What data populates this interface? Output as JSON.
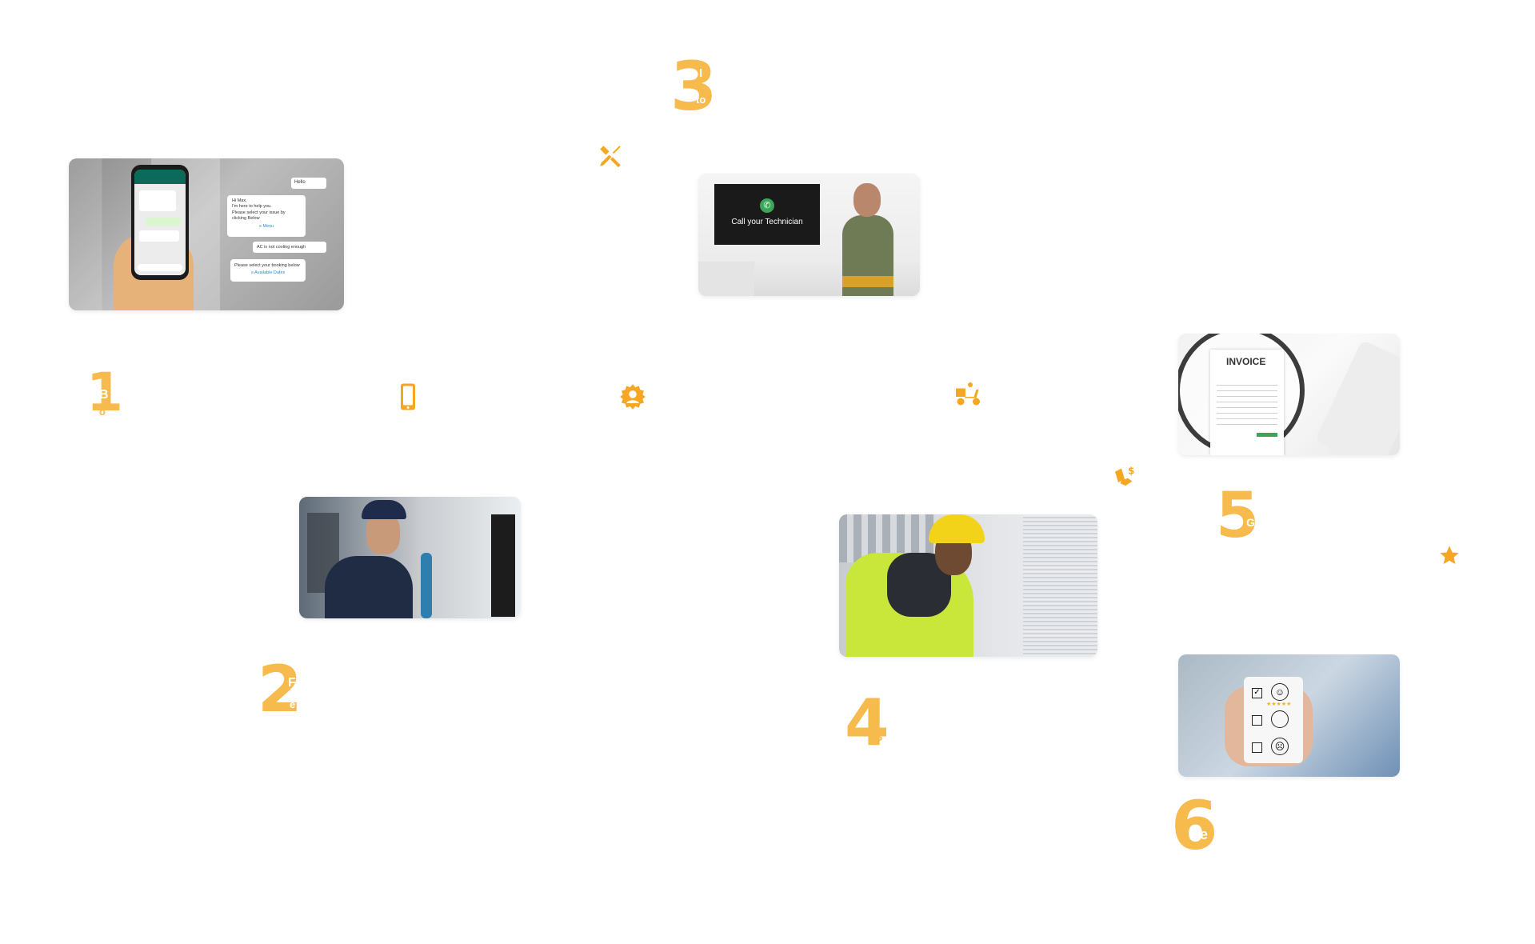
{
  "colors": {
    "accent": "#f6a623",
    "step_number": "#f6ba4d",
    "chat_header": "#0b6b5a"
  },
  "steps": [
    {
      "number": "1",
      "tail": "B",
      "tail2": "o"
    },
    {
      "number": "2",
      "tail": "F",
      "tail2": "e"
    },
    {
      "number": "3",
      "tail": "I",
      "tail2": "to"
    },
    {
      "number": "4",
      "tail": "S",
      "tail2": ""
    },
    {
      "number": "5",
      "tail": "G",
      "tail2": ""
    },
    {
      "number": "6",
      "tail": "e",
      "tail2": ""
    }
  ],
  "chat": {
    "bubble_hello": "Hello",
    "bubble_intro_1": "Hi Max,",
    "bubble_intro_2": "I'm here to help you.",
    "bubble_intro_3": "Please select your issue by",
    "bubble_intro_4": "clicking Below",
    "link_menu": "≡ Menu",
    "bubble_issue": "AC is not cooling enough",
    "bubble_booking": "Please select your booking below",
    "link_slots": "≡ Available Dates"
  },
  "call_screen": {
    "label": "Call your Technician"
  },
  "invoice": {
    "title": "INVOICE"
  },
  "icons": [
    "tools-icon",
    "smartphone-icon",
    "gear-user-icon",
    "delivery-scooter-icon",
    "payment-hand-icon",
    "star-icon"
  ]
}
